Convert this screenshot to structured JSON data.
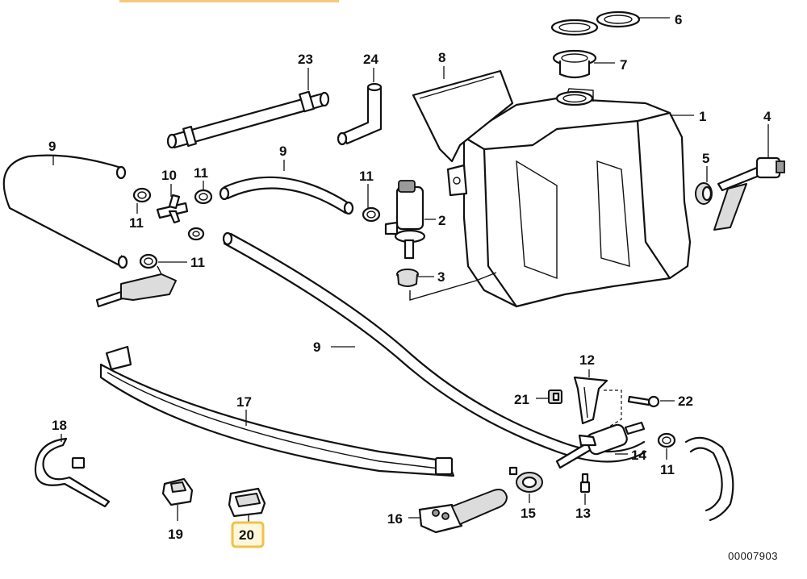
{
  "diagram": {
    "reference_code": "00007903",
    "highlight_color": "#f0c246",
    "highlighted_part": "20",
    "labels": {
      "p1": "1",
      "p2": "2",
      "p3": "3",
      "p4": "4",
      "p5": "5",
      "p6": "6",
      "p7": "7",
      "p8": "8",
      "p9a": "9",
      "p9b": "9",
      "p9c": "9",
      "p10": "10",
      "p11a": "11",
      "p11b": "11",
      "p11c": "11",
      "p11d": "11",
      "p11e": "11",
      "p12": "12",
      "p13": "13",
      "p14": "14",
      "p15": "15",
      "p16": "16",
      "p17": "17",
      "p18": "18",
      "p19": "19",
      "p20": "20",
      "p21": "21",
      "p22": "22",
      "p23": "23",
      "p24": "24"
    }
  }
}
